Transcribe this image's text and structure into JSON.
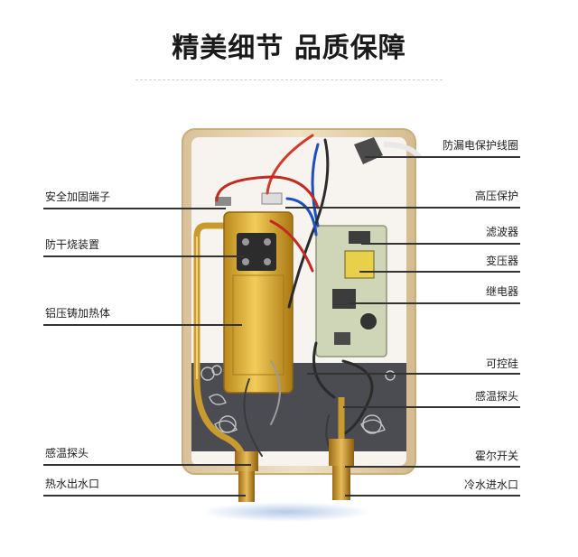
{
  "title": "精美细节 品质保障",
  "left_labels": [
    {
      "name": "safety-terminal",
      "text": "安全加固端子"
    },
    {
      "name": "anti-dry-burn",
      "text": "防干烧装置"
    },
    {
      "name": "aluminum-heater",
      "text": "铝压铸加热体"
    },
    {
      "name": "temp-probe-left",
      "text": "感温探头"
    },
    {
      "name": "hot-water-outlet",
      "text": "热水出水口"
    }
  ],
  "right_labels": [
    {
      "name": "leakage-coil",
      "text": "防漏电保护线圈"
    },
    {
      "name": "high-voltage-protect",
      "text": "高压保护"
    },
    {
      "name": "filter",
      "text": "滤波器"
    },
    {
      "name": "transformer",
      "text": "变压器"
    },
    {
      "name": "relay",
      "text": "继电器"
    },
    {
      "name": "thyristor",
      "text": "可控硅"
    },
    {
      "name": "temp-probe-right",
      "text": "感温探头"
    },
    {
      "name": "hall-switch",
      "text": "霍尔开关"
    },
    {
      "name": "cold-water-inlet",
      "text": "冷水进水口"
    }
  ]
}
